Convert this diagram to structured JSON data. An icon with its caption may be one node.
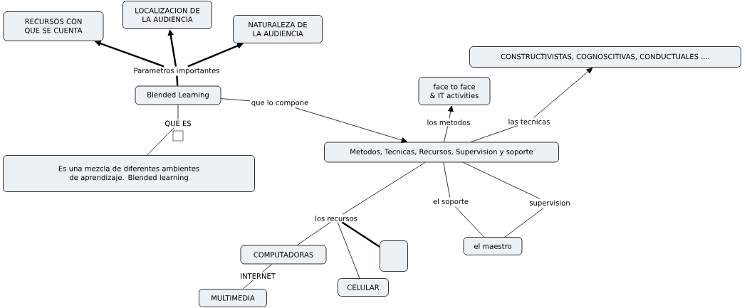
{
  "diagram": {
    "nodes": [
      {
        "text": [
          "RECURSOS CON QUE SE CUENTA"
        ]
      },
      {
        "text": [
          "LOCALIZACION DE LA AUDIENCIA"
        ]
      },
      {
        "text": [
          "NATURALEZA DE LA AUDIENCIA"
        ]
      },
      {
        "text": [
          "Parametros importantes"
        ]
      },
      {
        "text": [
          "Blended Learning"
        ]
      },
      {
        "text": [
          "que lo compone"
        ]
      },
      {
        "text": [
          "QUE ES"
        ]
      },
      {
        "text": [
          "Es una mezcla de diferentes ambientes de aprendizaje. Blended learning"
        ]
      },
      {
        "text": [
          "Metodos, Tecnicas, Recursos, Supervision y soporte"
        ]
      },
      {
        "text": [
          "face to face & IT activities"
        ]
      },
      {
        "text": [
          "los metodos"
        ]
      },
      {
        "text": [
          "CONSTRUCTIVISTAS, COGNOSCITIVAS, CONDUCTUALES ...."
        ]
      },
      {
        "text": [
          "las tecnicas"
        ]
      },
      {
        "text": [
          "los recursos"
        ]
      },
      {
        "text": [
          "el soporte"
        ]
      },
      {
        "text": [
          "supervision"
        ]
      },
      {
        "text": [
          "COMPUTADORAS"
        ]
      },
      {
        "text": [],
        "shape": "box"
      },
      {
        "text": [
          "CELULAR"
        ]
      },
      {
        "text": [
          "el maestro"
        ]
      },
      {
        "text": [
          "INTERNET"
        ]
      },
      {
        "text": [
          "MULTIMEDIA"
        ]
      }
    ],
    "edges": [
      {
        "from": 4,
        "to": 3,
        "arrow": "none",
        "style": "thick"
      },
      {
        "from": 3,
        "to": 0,
        "arrow": "to",
        "style": "thick"
      },
      {
        "from": 3,
        "to": 1,
        "arrow": "to",
        "style": "thick"
      },
      {
        "from": 3,
        "to": 2,
        "arrow": "to",
        "style": "thick"
      },
      {
        "from": 4,
        "to": 5,
        "arrow": "none"
      },
      {
        "from": 5,
        "to": 8,
        "arrow": "to"
      },
      {
        "from": 4,
        "to": 6,
        "arrow": "none"
      },
      {
        "from": 6,
        "to": 7,
        "arrow": "none"
      },
      {
        "from": 8,
        "to": 10,
        "arrow": "none"
      },
      {
        "from": 10,
        "to": 9,
        "arrow": "to"
      },
      {
        "from": 8,
        "to": 12,
        "arrow": "none"
      },
      {
        "from": 12,
        "to": 11,
        "arrow": "to"
      },
      {
        "from": 8,
        "to": 13,
        "arrow": "none"
      },
      {
        "from": 13,
        "to": 16,
        "arrow": "none"
      },
      {
        "from": 13,
        "to": 18,
        "arrow": "none"
      },
      {
        "from": 13,
        "to": 17,
        "arrow": "none",
        "style": "thick"
      },
      {
        "from": 8,
        "to": 14,
        "arrow": "none"
      },
      {
        "from": 14,
        "to": 19,
        "arrow": "none"
      },
      {
        "from": 8,
        "to": 15,
        "arrow": "none"
      },
      {
        "from": 15,
        "to": 19,
        "arrow": "none"
      },
      {
        "from": 16,
        "to": 20,
        "arrow": "none"
      },
      {
        "from": 20,
        "to": 21,
        "arrow": "none"
      }
    ]
  }
}
